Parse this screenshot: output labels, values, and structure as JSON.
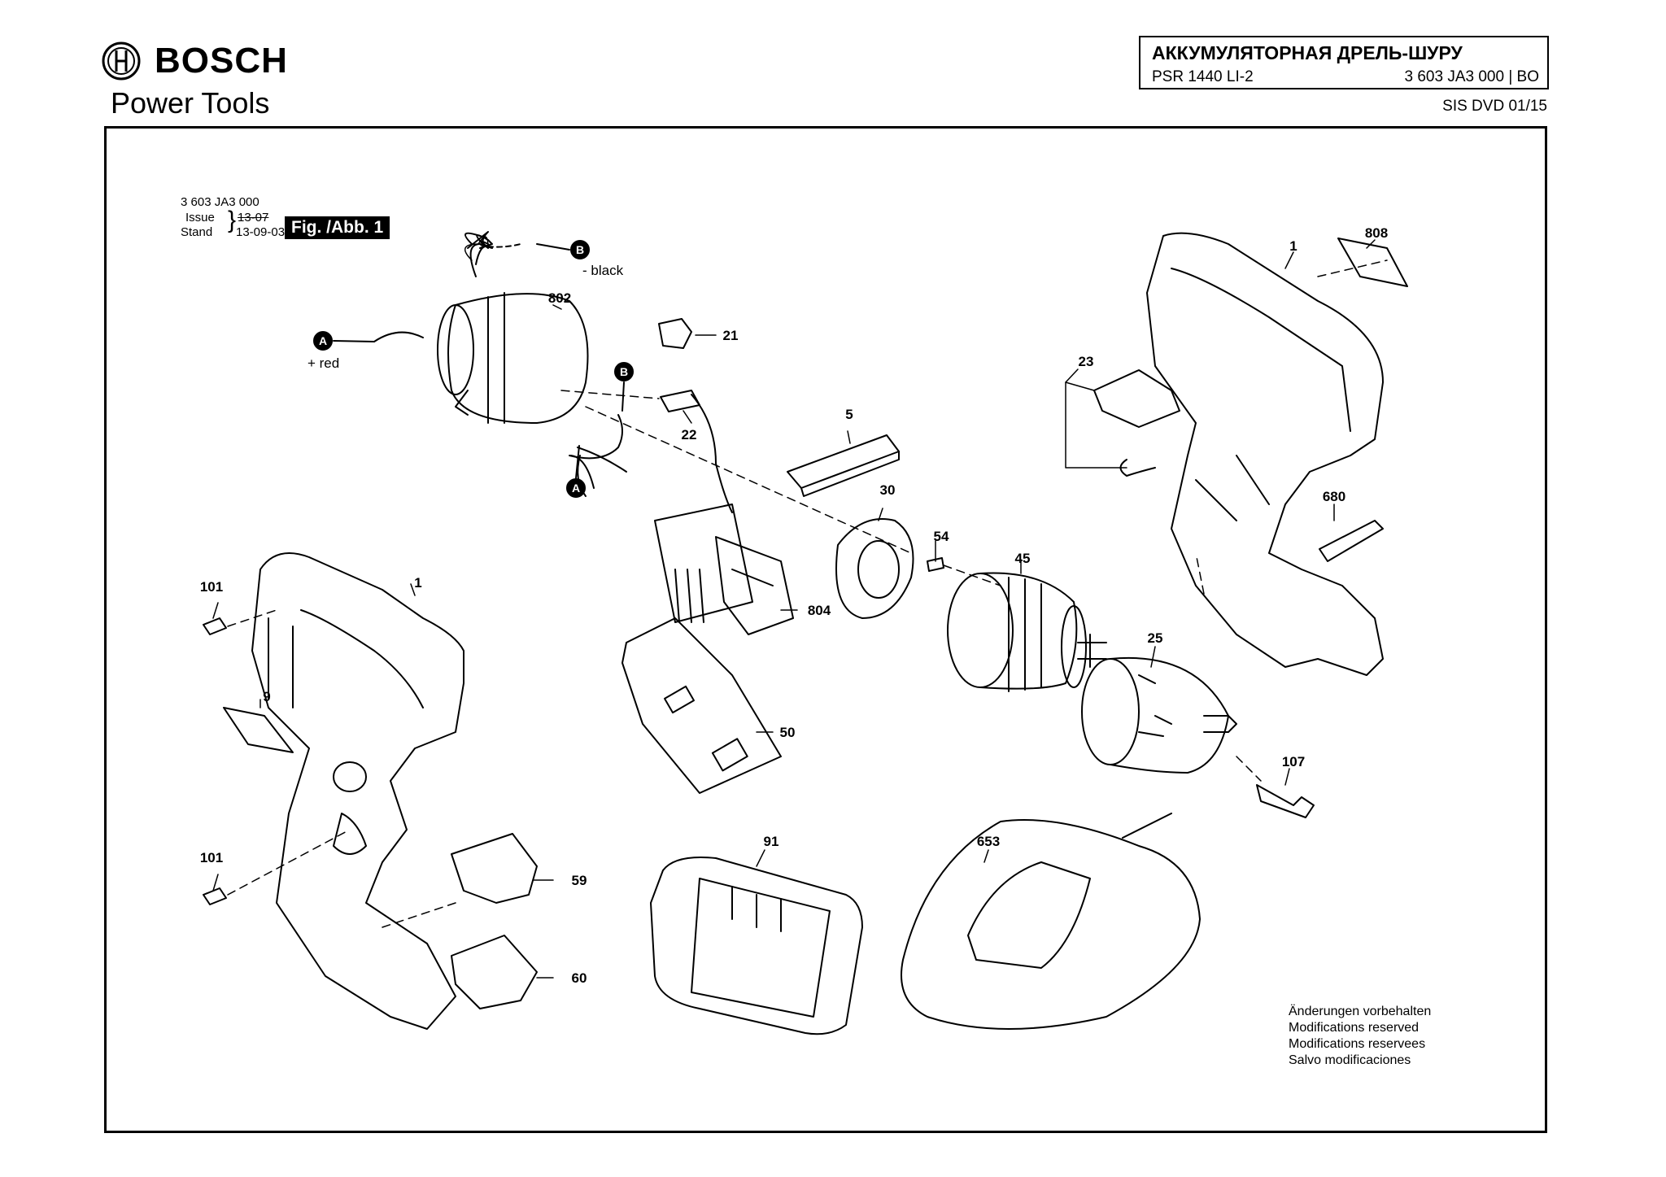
{
  "header": {
    "brand": "BOSCH",
    "subtitle": "Power Tools",
    "doc_title": "АККУМУЛЯТОРНАЯ ДРЕЛЬ-ШУРУ",
    "model": "PSR 1440 LI-2",
    "code": "3 603 JA3 000 | BO",
    "sis": "SIS DVD 01/15"
  },
  "meta": {
    "part_number": "3 603 JA3 000",
    "issue_label": "Issue",
    "issue_value": "13-07",
    "stand_label": "Stand",
    "stand_value": "13-09-03",
    "figure": "Fig. /Abb. 1"
  },
  "wire_labels": {
    "a": "A",
    "b": "B",
    "red": "+ red",
    "black": "- black"
  },
  "parts": [
    {
      "id": "p802",
      "label": "802"
    },
    {
      "id": "p21",
      "label": "21"
    },
    {
      "id": "p22",
      "label": "22"
    },
    {
      "id": "p5",
      "label": "5"
    },
    {
      "id": "p30",
      "label": "30"
    },
    {
      "id": "p54",
      "label": "54"
    },
    {
      "id": "p804",
      "label": "804"
    },
    {
      "id": "p50",
      "label": "50"
    },
    {
      "id": "p45",
      "label": "45"
    },
    {
      "id": "p25",
      "label": "25"
    },
    {
      "id": "p107",
      "label": "107"
    },
    {
      "id": "p1left",
      "label": "1"
    },
    {
      "id": "p101a",
      "label": "101"
    },
    {
      "id": "p101b",
      "label": "101"
    },
    {
      "id": "p9",
      "label": "9"
    },
    {
      "id": "p59",
      "label": "59"
    },
    {
      "id": "p60",
      "label": "60"
    },
    {
      "id": "p91",
      "label": "91"
    },
    {
      "id": "p653",
      "label": "653"
    },
    {
      "id": "p1right",
      "label": "1"
    },
    {
      "id": "p808",
      "label": "808"
    },
    {
      "id": "p23",
      "label": "23"
    },
    {
      "id": "p680",
      "label": "680"
    }
  ],
  "notes": [
    "Änderungen vorbehalten",
    "Modifications reserved",
    "Modifications reservees",
    "Salvo modificaciones"
  ]
}
